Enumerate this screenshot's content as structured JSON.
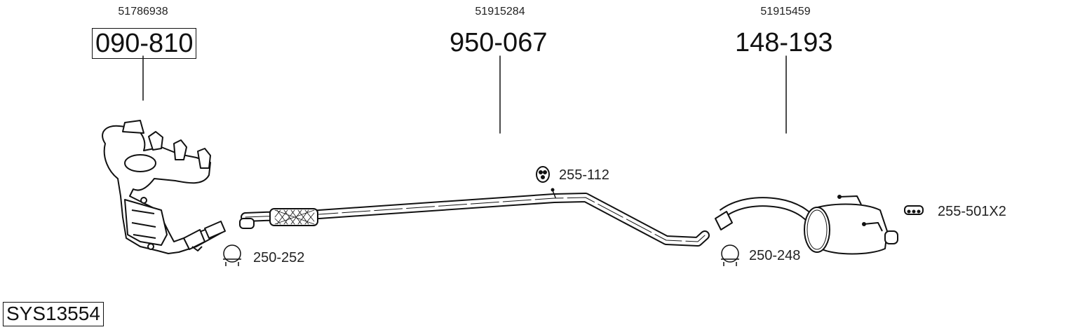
{
  "diagram": {
    "system_id": "SYS13554",
    "parts": [
      {
        "oe_number": "51786938",
        "part_number": "090-810",
        "boxed": true,
        "description": "exhaust manifold with catalytic converter"
      },
      {
        "oe_number": "51915284",
        "part_number": "950-067",
        "boxed": false,
        "description": "front/intermediate pipe with flex"
      },
      {
        "oe_number": "51915459",
        "part_number": "148-193",
        "boxed": false,
        "description": "rear silencer"
      }
    ],
    "accessories": [
      {
        "part_number": "250-252",
        "icon": "clamp-icon"
      },
      {
        "part_number": "255-112",
        "icon": "rubber-mount-ring-icon"
      },
      {
        "part_number": "250-248",
        "icon": "clamp-icon"
      },
      {
        "part_number": "255-501X2",
        "icon": "rubber-hanger-strip-icon"
      }
    ]
  }
}
